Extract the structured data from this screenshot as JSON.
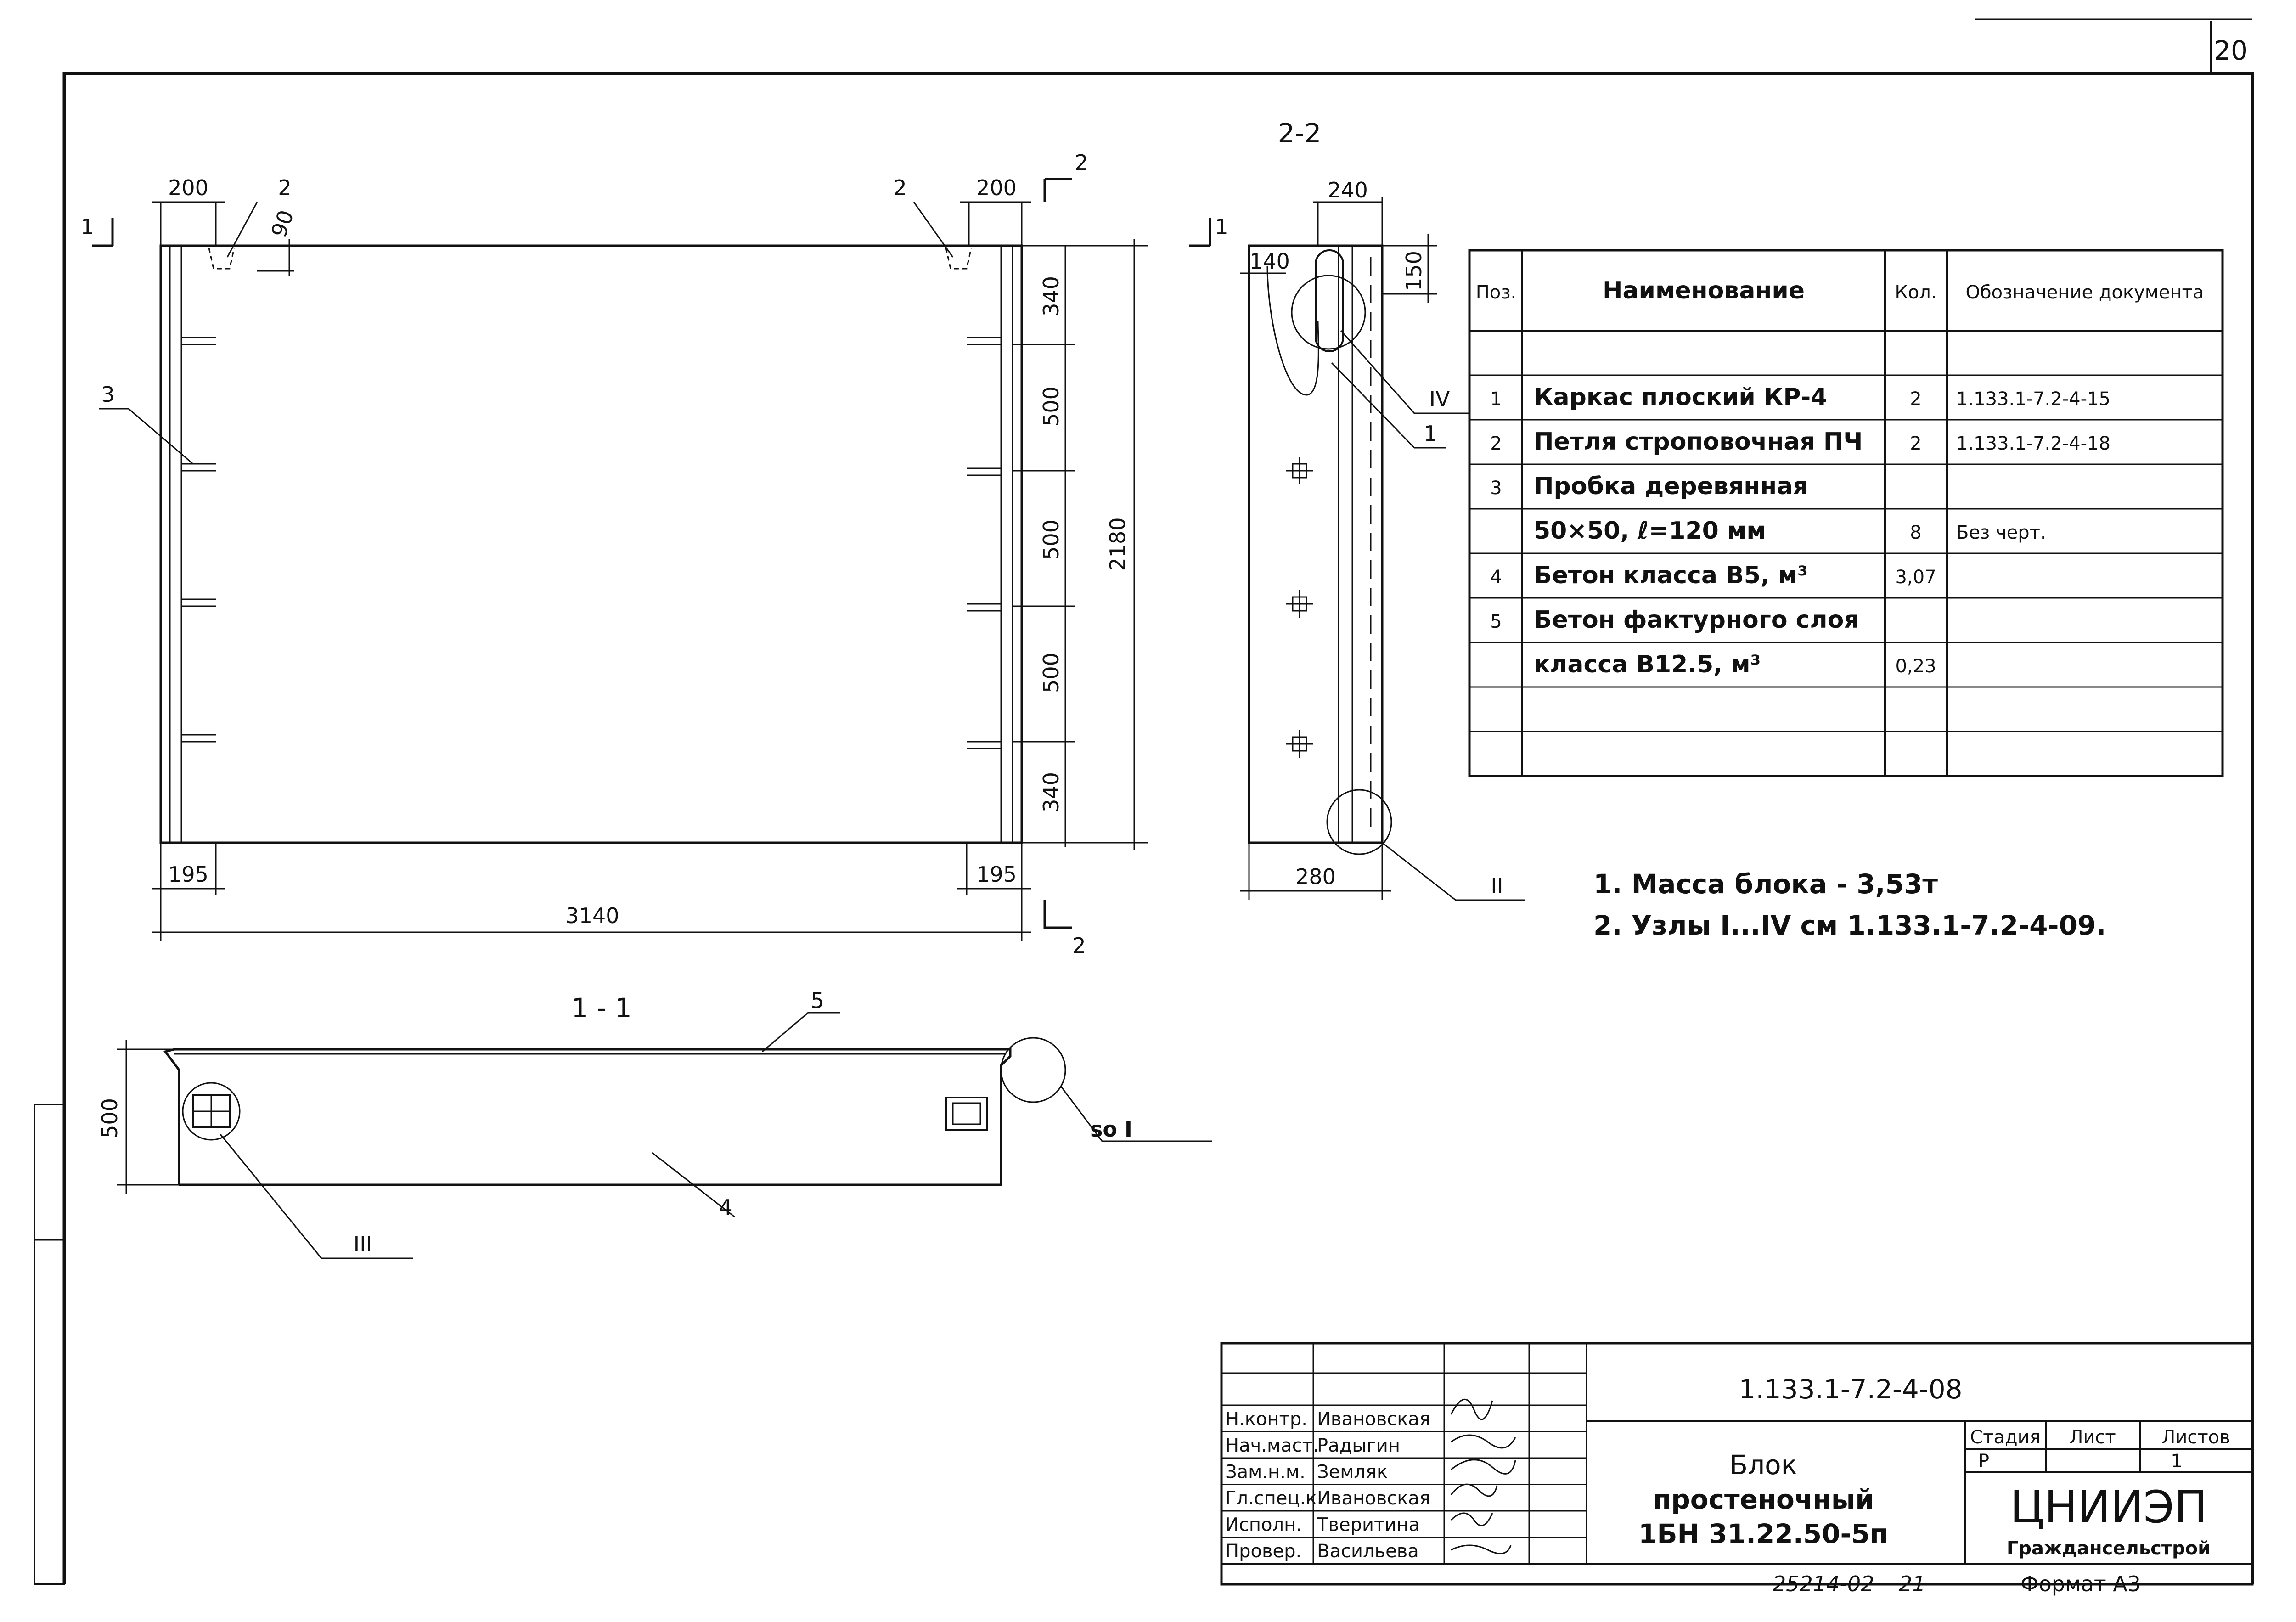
{
  "sheet_number": "20",
  "views": {
    "section_2_2": "2-2",
    "section_1_1": "1 - 1",
    "cut_mark_1": "1",
    "cut_mark_2": "2"
  },
  "dimensions": {
    "plan_top_left": "200",
    "plan_top_right": "200",
    "plan_bottom_left": "195",
    "plan_bottom_right": "195",
    "plan_overall_width": "3140",
    "plan_overall_height": "2180",
    "plan_spacing": [
      "340",
      "500",
      "500",
      "500",
      "340"
    ],
    "loop_depth": "90",
    "side_top_width": "240",
    "side_inner": "140",
    "side_top_height": "150",
    "side_bottom_width": "280",
    "section_height": "500"
  },
  "callouts": {
    "pos_2_left": "2",
    "pos_2_right": "2",
    "pos_3": "3",
    "pos_1": "1",
    "pos_5": "5",
    "pos_4": "4",
    "node_IV": "IV",
    "node_II": "II",
    "node_III": "III",
    "node_I": "so I"
  },
  "spec_table": {
    "headers": [
      "Поз.",
      "Наименование",
      "Кол.",
      "Обозначение документа"
    ],
    "rows": [
      [
        "",
        "",
        "",
        ""
      ],
      [
        "1",
        "Каркас плоский КР-4",
        "2",
        "1.133.1-7.2-4-15"
      ],
      [
        "2",
        "Петля строповочная ПЧ",
        "2",
        "1.133.1-7.2-4-18"
      ],
      [
        "3",
        "Пробка деревянная",
        "",
        ""
      ],
      [
        "",
        "50×50, ℓ=120 мм",
        "8",
        "Без черт."
      ],
      [
        "4",
        "Бетон класса В5, м³",
        "3,07",
        ""
      ],
      [
        "5",
        "Бетон фактурного слоя",
        "",
        ""
      ],
      [
        "",
        "класса В12.5,      м³",
        "0,23",
        ""
      ],
      [
        "",
        "",
        "",
        ""
      ],
      [
        "",
        "",
        "",
        ""
      ]
    ]
  },
  "notes": [
    "1. Масса блока - 3,53т",
    "2. Узлы I...IV см 1.133.1-7.2-4-09."
  ],
  "title_block": {
    "designation": "1.133.1-7.2-4-08",
    "title_line1": "Блок",
    "title_line2": "простеночный",
    "title_line3": "1БН 31.22.50-5п",
    "stage_header": "Стадия",
    "sheet_header": "Лист",
    "sheets_header": "Листов",
    "stage_value": "Р",
    "sheet_value": "",
    "sheets_value": "1",
    "org_line1": "ЦНИИЭП",
    "org_line2": "Граждансельстрой",
    "signatures": [
      {
        "role": "Н.контр.",
        "name": "Ивановская"
      },
      {
        "role": "Нач.маст.",
        "name": "Радыгин"
      },
      {
        "role": "Зам.н.м.",
        "name": "Земляк"
      },
      {
        "role": "Гл.спец.к.",
        "name": "Ивановская"
      },
      {
        "role": "Исполн.",
        "name": "Тверитина"
      },
      {
        "role": "Провер.",
        "name": "Васильева"
      }
    ],
    "inventory": "25214-02",
    "inventory_page": "21",
    "format": "Формат А3"
  }
}
